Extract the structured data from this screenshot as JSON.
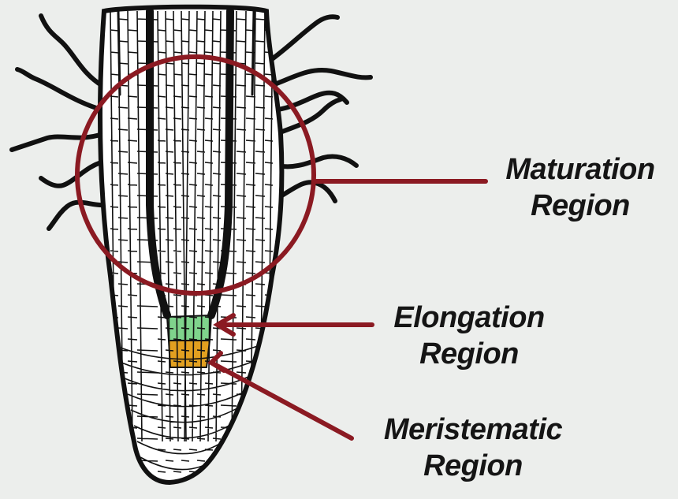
{
  "labels": {
    "maturation": {
      "line1": "Maturation",
      "line2": "Region"
    },
    "elongation": {
      "line1": "Elongation",
      "line2": "Region"
    },
    "meristematic": {
      "line1": "Meristematic",
      "line2": "Region"
    }
  },
  "colors": {
    "background": "#eceeec",
    "outline": "#111111",
    "pointer": "#8b1a22",
    "elongation_zone": "#7fd48c",
    "meristem_zone": "#e2a020"
  }
}
